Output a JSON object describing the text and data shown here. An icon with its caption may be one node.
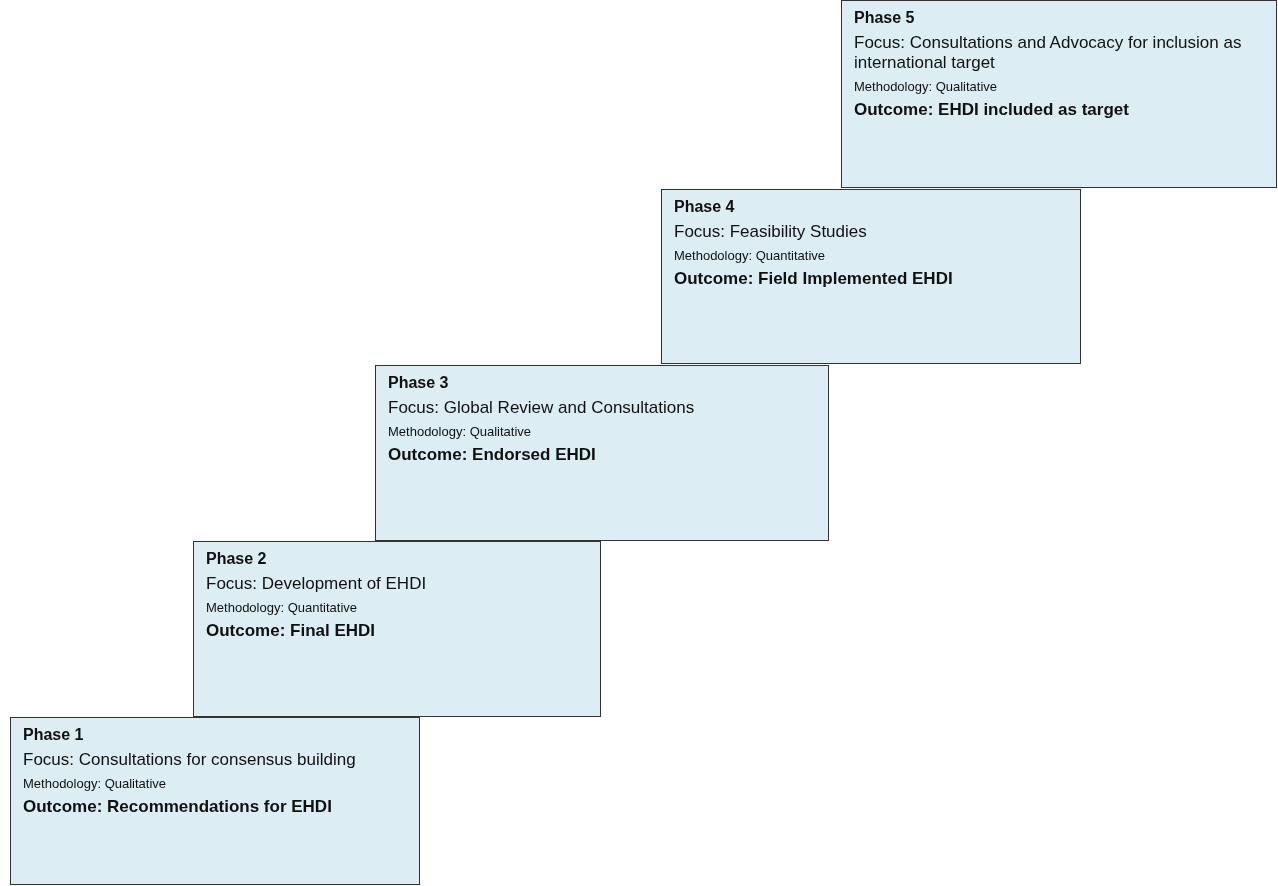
{
  "diagram": {
    "nodes": [
      {
        "text": [
          "Phase 1",
          "Focus: Consultations for consensus building",
          "Methodology: Qualitative",
          "Outcome: Recommendations for EHDI"
        ]
      },
      {
        "text": [
          "Phase 2",
          "Focus: Development of EHDI",
          "Methodology: Quantitative",
          "Outcome: Final EHDI"
        ]
      },
      {
        "text": [
          "Phase 3",
          "Focus: Global Review and Consultations",
          "Methodology: Qualitative",
          "Outcome: Endorsed EHDI"
        ]
      },
      {
        "text": [
          "Phase 4",
          "Focus: Feasibility Studies",
          "Methodology: Quantitative",
          "Outcome: Field Implemented EHDI"
        ]
      },
      {
        "text": [
          "Phase 5",
          "Focus: Consultations and Advocacy for inclusion as international target",
          "Methodology: Qualitative",
          "Outcome: EHDI included as target"
        ]
      }
    ]
  }
}
